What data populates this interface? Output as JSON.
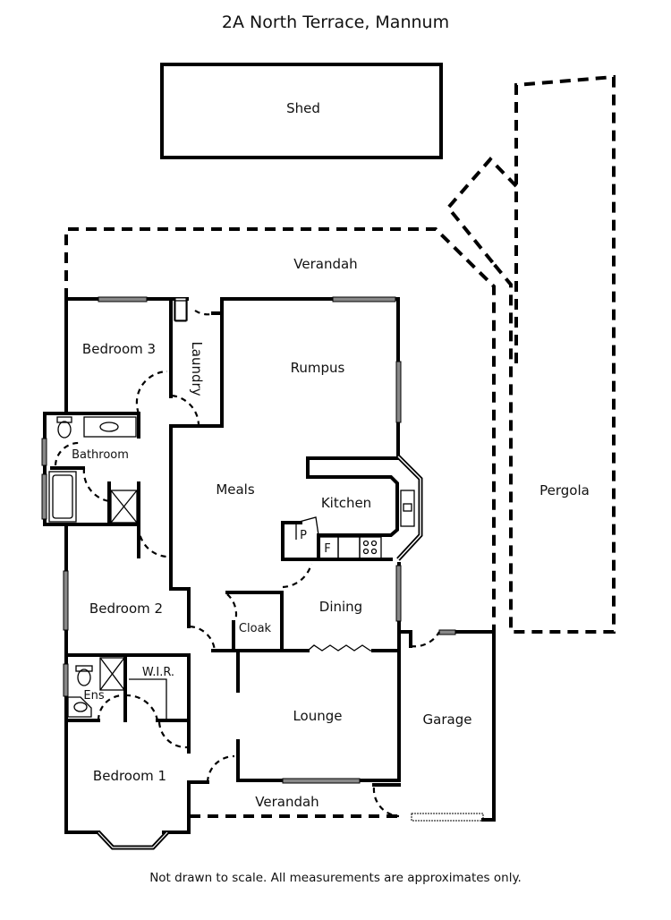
{
  "title": "2A North Terrace, Mannum",
  "footer": "Not drawn to scale. All measurements are approximates only.",
  "rooms": {
    "shed": "Shed",
    "verandah_rear": "Verandah",
    "pergola": "Pergola",
    "bedroom3": "Bedroom 3",
    "laundry": "Laundry",
    "rumpus": "Rumpus",
    "bathroom": "Bathroom",
    "meals": "Meals",
    "kitchen": "Kitchen",
    "pantry": "P",
    "fridge": "F",
    "bedroom2": "Bedroom 2",
    "cloak": "Cloak",
    "dining": "Dining",
    "wir": "W.I.R.",
    "ensuite": "Ens",
    "lounge": "Lounge",
    "garage": "Garage",
    "bedroom1": "Bedroom 1",
    "verandah_front": "Verandah"
  }
}
